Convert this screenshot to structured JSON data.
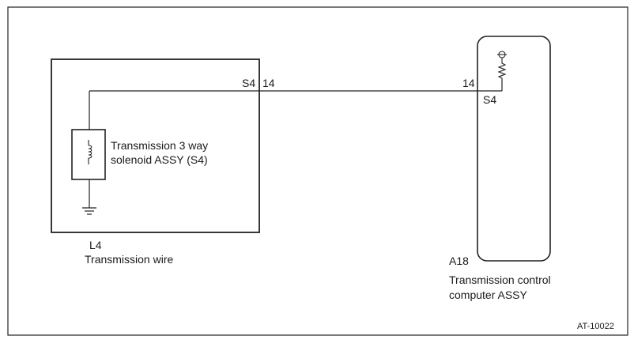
{
  "diagram": {
    "left_box": {
      "pin_label": "S4",
      "pin_number": "14",
      "component_line1": "Transmission 3 way",
      "component_line2": "solenoid ASSY (S4)",
      "connector_code": "L4",
      "connector_name": "Transmission wire"
    },
    "right_box": {
      "pin_number": "14",
      "pin_label": "S4",
      "connector_code": "A18",
      "name_line1": "Transmission control",
      "name_line2": "computer ASSY"
    },
    "figure_code": "AT-10022"
  }
}
